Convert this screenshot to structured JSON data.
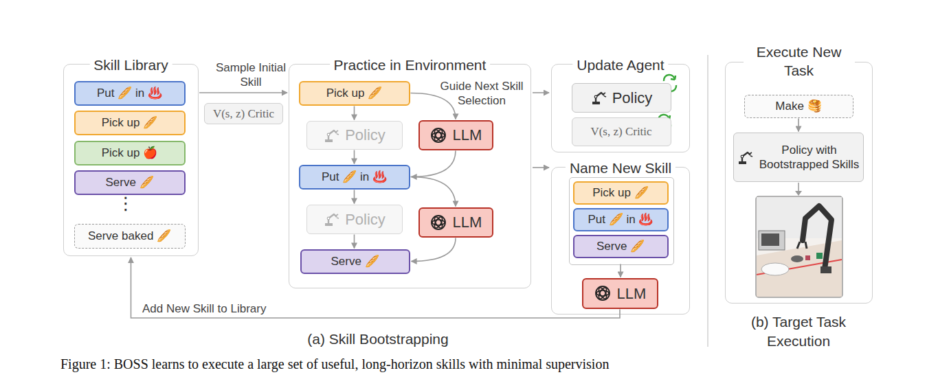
{
  "diagram": {
    "caption": "Figure 1: BOSS learns to execute a large set of useful, long-horizon skills with minimal supervision",
    "nodes": [
      {
        "text": [
          "Skill Library"
        ]
      },
      {
        "text": [
          "Put 🥖 in ♨️"
        ],
        "in": 0
      },
      {
        "text": [
          "Pick up 🥖"
        ],
        "in": 0
      },
      {
        "text": [
          "Pick up 🍎"
        ],
        "in": 0
      },
      {
        "text": [
          "Serve 🥖"
        ],
        "in": 0
      },
      {
        "text": [
          "Serve baked 🥖"
        ],
        "in": 0
      },
      {
        "text": [
          "V(s, z) Critic"
        ]
      },
      {
        "text": [
          "Practice in Environment"
        ]
      },
      {
        "text": [
          "Pick up 🥖"
        ],
        "in": 7
      },
      {
        "text": [
          "Policy"
        ],
        "in": 7
      },
      {
        "text": [
          "Put 🥖 in ♨️"
        ],
        "in": 7
      },
      {
        "text": [
          "Policy"
        ],
        "in": 7
      },
      {
        "text": [
          "Serve 🥖"
        ],
        "in": 7
      },
      {
        "text": [
          "LLM"
        ],
        "in": 7
      },
      {
        "text": [
          "LLM"
        ],
        "in": 7
      },
      {
        "text": [
          "Update Agent"
        ]
      },
      {
        "text": [
          "Policy"
        ],
        "in": 15
      },
      {
        "text": [
          "V(s, z) Critic"
        ],
        "in": 15
      },
      {
        "text": [
          "Name New Skill"
        ]
      },
      {
        "text": [
          "Pick up 🥖"
        ],
        "in": 18
      },
      {
        "text": [
          "Put 🥖 in ♨️"
        ],
        "in": 18
      },
      {
        "text": [
          "Serve 🥖"
        ],
        "in": 18
      },
      {
        "text": [
          "LLM"
        ],
        "in": 18
      },
      {
        "text": [
          "Execute New Task"
        ]
      },
      {
        "text": [
          "Make 🥞"
        ],
        "in": 23
      },
      {
        "text": [
          "Policy with Bootstrapped Skills"
        ],
        "in": 23
      }
    ],
    "edges": [
      {
        "from": 0,
        "to": 7,
        "label": "Sample Initial Skill",
        "arrow": "to"
      },
      {
        "from": 8,
        "to": 9,
        "arrow": "to"
      },
      {
        "from": 9,
        "to": 10,
        "arrow": "to"
      },
      {
        "from": 10,
        "to": 11,
        "arrow": "to"
      },
      {
        "from": 11,
        "to": 12,
        "arrow": "to"
      },
      {
        "from": 8,
        "to": 13,
        "label": "Guide Next Skill Selection",
        "arrow": "to"
      },
      {
        "from": 13,
        "to": 10,
        "arrow": "to"
      },
      {
        "from": 10,
        "to": 14,
        "arrow": "to"
      },
      {
        "from": 14,
        "to": 12,
        "arrow": "to"
      },
      {
        "from": 7,
        "to": 15,
        "arrow": "to"
      },
      {
        "from": 7,
        "to": 18,
        "arrow": "to"
      },
      {
        "from": 21,
        "to": 22,
        "arrow": "to"
      },
      {
        "from": 22,
        "to": 0,
        "label": "Add New Skill to Library",
        "arrow": "to"
      },
      {
        "from": 24,
        "to": 25,
        "arrow": "to"
      }
    ],
    "labels": [
      "⋮",
      "(a) Skill Bootstrapping",
      "(b) Target Task Execution"
    ]
  }
}
